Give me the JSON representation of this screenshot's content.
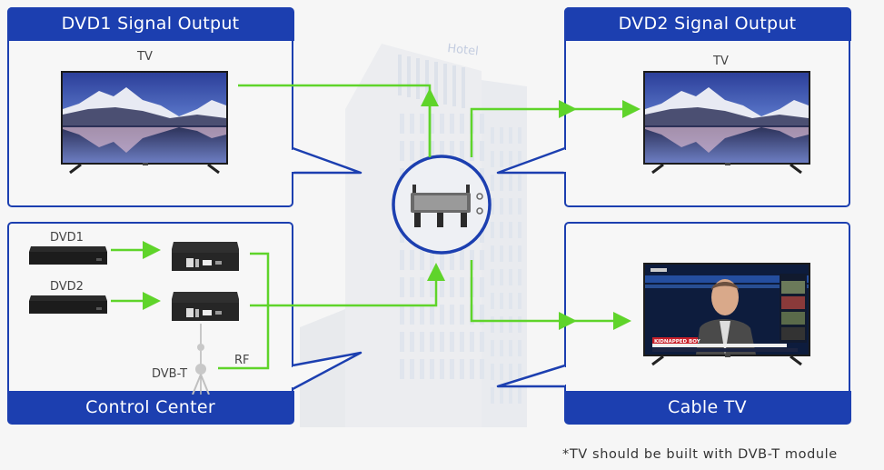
{
  "diagram": {
    "background_label": "Hotel",
    "colors": {
      "accent_blue": "#1c3fb0",
      "signal_green": "#5fd42a",
      "background": "#f6f6f6"
    },
    "panels": {
      "dvd1_output": {
        "title": "DVD1 Signal Output",
        "device_label": "TV"
      },
      "dvd2_output": {
        "title": "DVD2 Signal Output",
        "device_label": "TV"
      },
      "control_center": {
        "title": "Control Center",
        "sources": [
          {
            "label": "DVD1"
          },
          {
            "label": "DVD2"
          }
        ],
        "antenna_label": "DVB-T",
        "rf_label": "RF"
      },
      "cable_tv": {
        "title": "Cable TV",
        "news_headline": "KIDNAPPED BOY"
      }
    },
    "center_device": "splitter",
    "footnote": "*TV should be built with DVB-T module"
  }
}
